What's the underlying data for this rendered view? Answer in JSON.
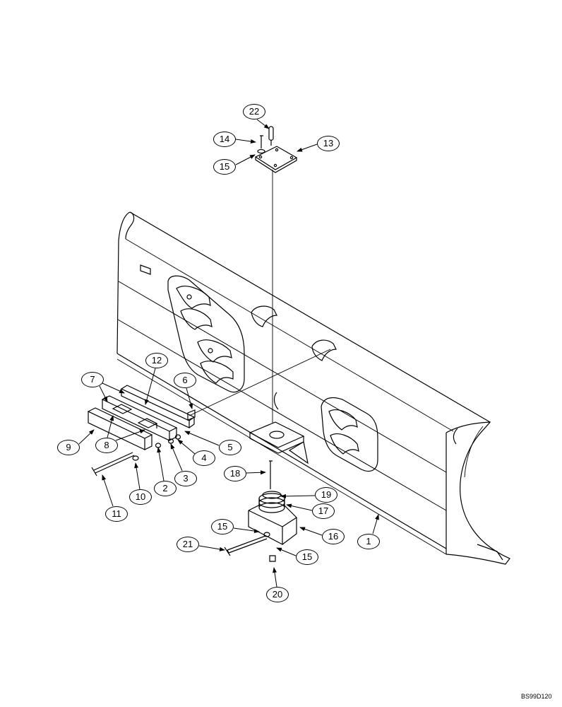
{
  "diagram": {
    "drawing_id": "BS99D120",
    "callouts": [
      "22",
      "14",
      "13",
      "15",
      "12",
      "7",
      "6",
      "9",
      "8",
      "5",
      "4",
      "3",
      "2",
      "10",
      "11",
      "18",
      "19",
      "17",
      "15",
      "16",
      "1",
      "21",
      "15",
      "20"
    ]
  }
}
